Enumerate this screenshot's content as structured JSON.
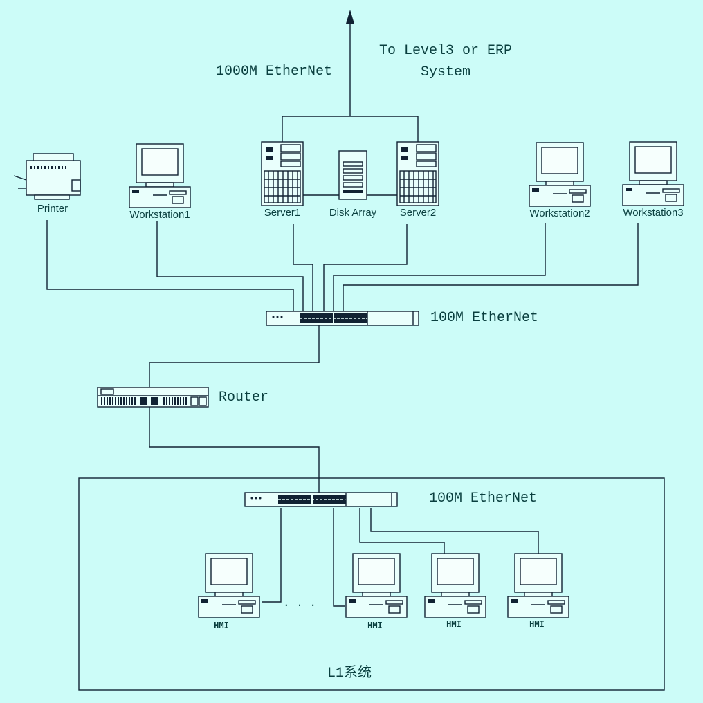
{
  "uplink": {
    "speed_label": "1000M EtherNet",
    "destination_line1": "To Level3 or ERP",
    "destination_line2": "System"
  },
  "top_network": {
    "speed_label": "100M EtherNet",
    "devices": {
      "printer": "Printer",
      "workstation1": "Workstation1",
      "server1": "Server1",
      "disk_array": "Disk Array",
      "server2": "Server2",
      "workstation2": "Workstation2",
      "workstation3": "Workstation3"
    }
  },
  "router": {
    "label": "Router"
  },
  "l1_system": {
    "title": "L1系统",
    "speed_label": "100M EtherNet",
    "ellipsis": "· · ·",
    "hmi_labels": [
      "HMI",
      "HMI",
      "HMI",
      "HMI"
    ]
  },
  "colors": {
    "background": "#ccfcf8",
    "line": "#112233",
    "text": "#0a3f3f"
  }
}
